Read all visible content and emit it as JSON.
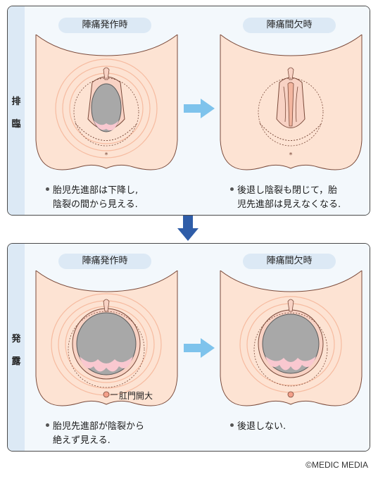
{
  "stage_top": {
    "side_label_1": "排",
    "side_label_2": "臨",
    "left_tag": "陣痛発作時",
    "right_tag": "陣痛間欠時",
    "left_note_line1": "胎児先進部は下降し,",
    "left_note_line2": "陰裂の間から見える.",
    "right_note_line1": "後退し陰裂も閉じて，胎",
    "right_note_line2": "児先進部は見えなくなる."
  },
  "stage_bottom": {
    "side_label_1": "発",
    "side_label_2": "露",
    "left_tag": "陣痛発作時",
    "right_tag": "陣痛間欠時",
    "anus_label": "肛門開大",
    "left_note_line1": "胎児先進部が陰裂から",
    "left_note_line2": "絶えず見える.",
    "right_note_line1": "後退しない."
  },
  "credit": "©MEDIC MEDIA",
  "colors": {
    "skin": "#fde3d3",
    "skin_outline": "#7a4a3a",
    "head": "#a8a8a8",
    "hair_pink": "#f9c8d0",
    "arrow_light": "#7ec3ec",
    "arrow_dark": "#2f5da8",
    "tag_bg": "#dce9f5",
    "strip_bg": "#dce9f5"
  }
}
